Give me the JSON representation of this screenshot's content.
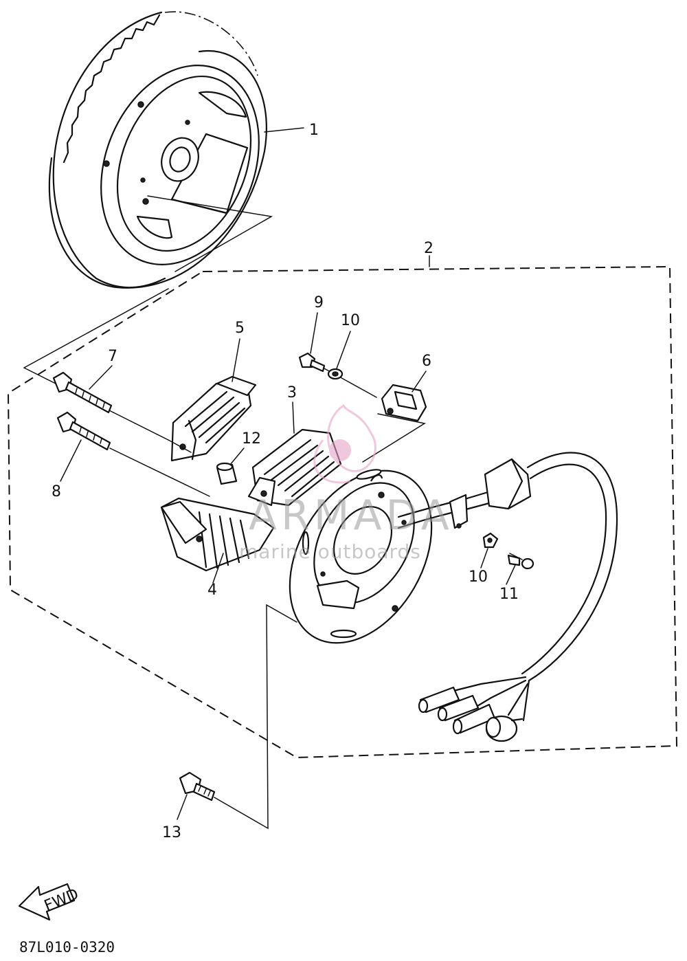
{
  "diagram": {
    "part_numbers": {
      "flywheel": "1",
      "stator_assembly": "2",
      "charge_coil": "3",
      "lighting_coil": "4",
      "pulser_coil": "5",
      "terminal_clip": "6",
      "bolt_7": "7",
      "bolt_8": "8",
      "screw_9": "9",
      "washer_10_top": "10",
      "washer_10_right": "10",
      "screw_11": "11",
      "collar_12": "12",
      "bolt_13": "13"
    },
    "fwd_label": "FWD",
    "drawing_code": "87L010-0320"
  },
  "watermark": {
    "brand": "ARMADA",
    "tagline": "marine outboards",
    "color": "#9a9a9a"
  },
  "colors": {
    "line": "#111111",
    "background": "#ffffff",
    "watermark_pink": "#e7a4c8"
  }
}
